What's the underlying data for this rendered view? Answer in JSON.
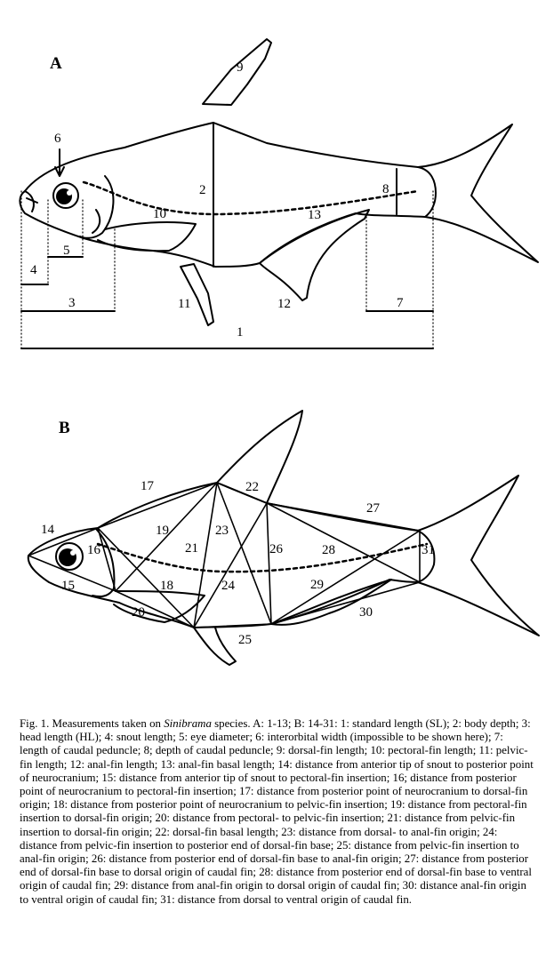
{
  "figure": {
    "panel_a_label": "A",
    "panel_b_label": "B",
    "panel_a_numbers": [
      "1",
      "2",
      "3",
      "4",
      "5",
      "6",
      "7",
      "8",
      "9",
      "10",
      "11",
      "12",
      "13"
    ],
    "panel_b_numbers": [
      "14",
      "15",
      "16",
      "17",
      "18",
      "19",
      "20",
      "21",
      "22",
      "23",
      "24",
      "25",
      "26",
      "27",
      "28",
      "29",
      "30",
      "31"
    ]
  },
  "caption": {
    "prefix": "Fig. 1. Measurements taken on ",
    "genus": "Sinibrama",
    "body": " species. A: 1-13; B: 14-31: 1: standard length (SL); 2: body depth; 3: head length (HL); 4: snout length; 5: eye diameter; 6: interorbital width (impossible to be shown here); 7: length of caudal peduncle; 8; depth of caudal peduncle; 9: dorsal-fin length; 10: pectoral-fin length; 11: pelvic-fin length; 12: anal-fin length; 13: anal-fin basal length; 14: distance from anterior tip of snout to posterior point of neurocranium; 15: distance from anterior tip of snout to pectoral-fin insertion; 16; distance from posterior point of neurocranium to pectoral-fin insertion; 17: distance from posterior point of neurocranium to dorsal-fin origin; 18: distance from posterior point of neurocranium to pelvic-fin insertion; 19: distance from pectoral-fin insertion to dorsal-fin origin; 20: distance from pectoral- to pelvic-fin insertion; 21: distance from pelvic-fin insertion to dorsal-fin origin; 22: dorsal-fin basal length; 23: distance from dorsal- to anal-fin origin; 24: distance from pelvic-fin insertion to posterior end of dorsal-fin base; 25: distance from pelvic-fin insertion to anal-fin origin; 26: distance from posterior end of dorsal-fin base to anal-fin origin; 27: distance from posterior end of dorsal-fin base to dorsal origin of caudal fin; 28: distance from posterior end of dorsal-fin base to ventral origin of caudal fin; 29: distance from anal-fin origin to dorsal origin of caudal fin; 30: distance anal-fin origin to ventral origin of caudal fin; 31: distance from dorsal to ventral origin of caudal fin."
  }
}
